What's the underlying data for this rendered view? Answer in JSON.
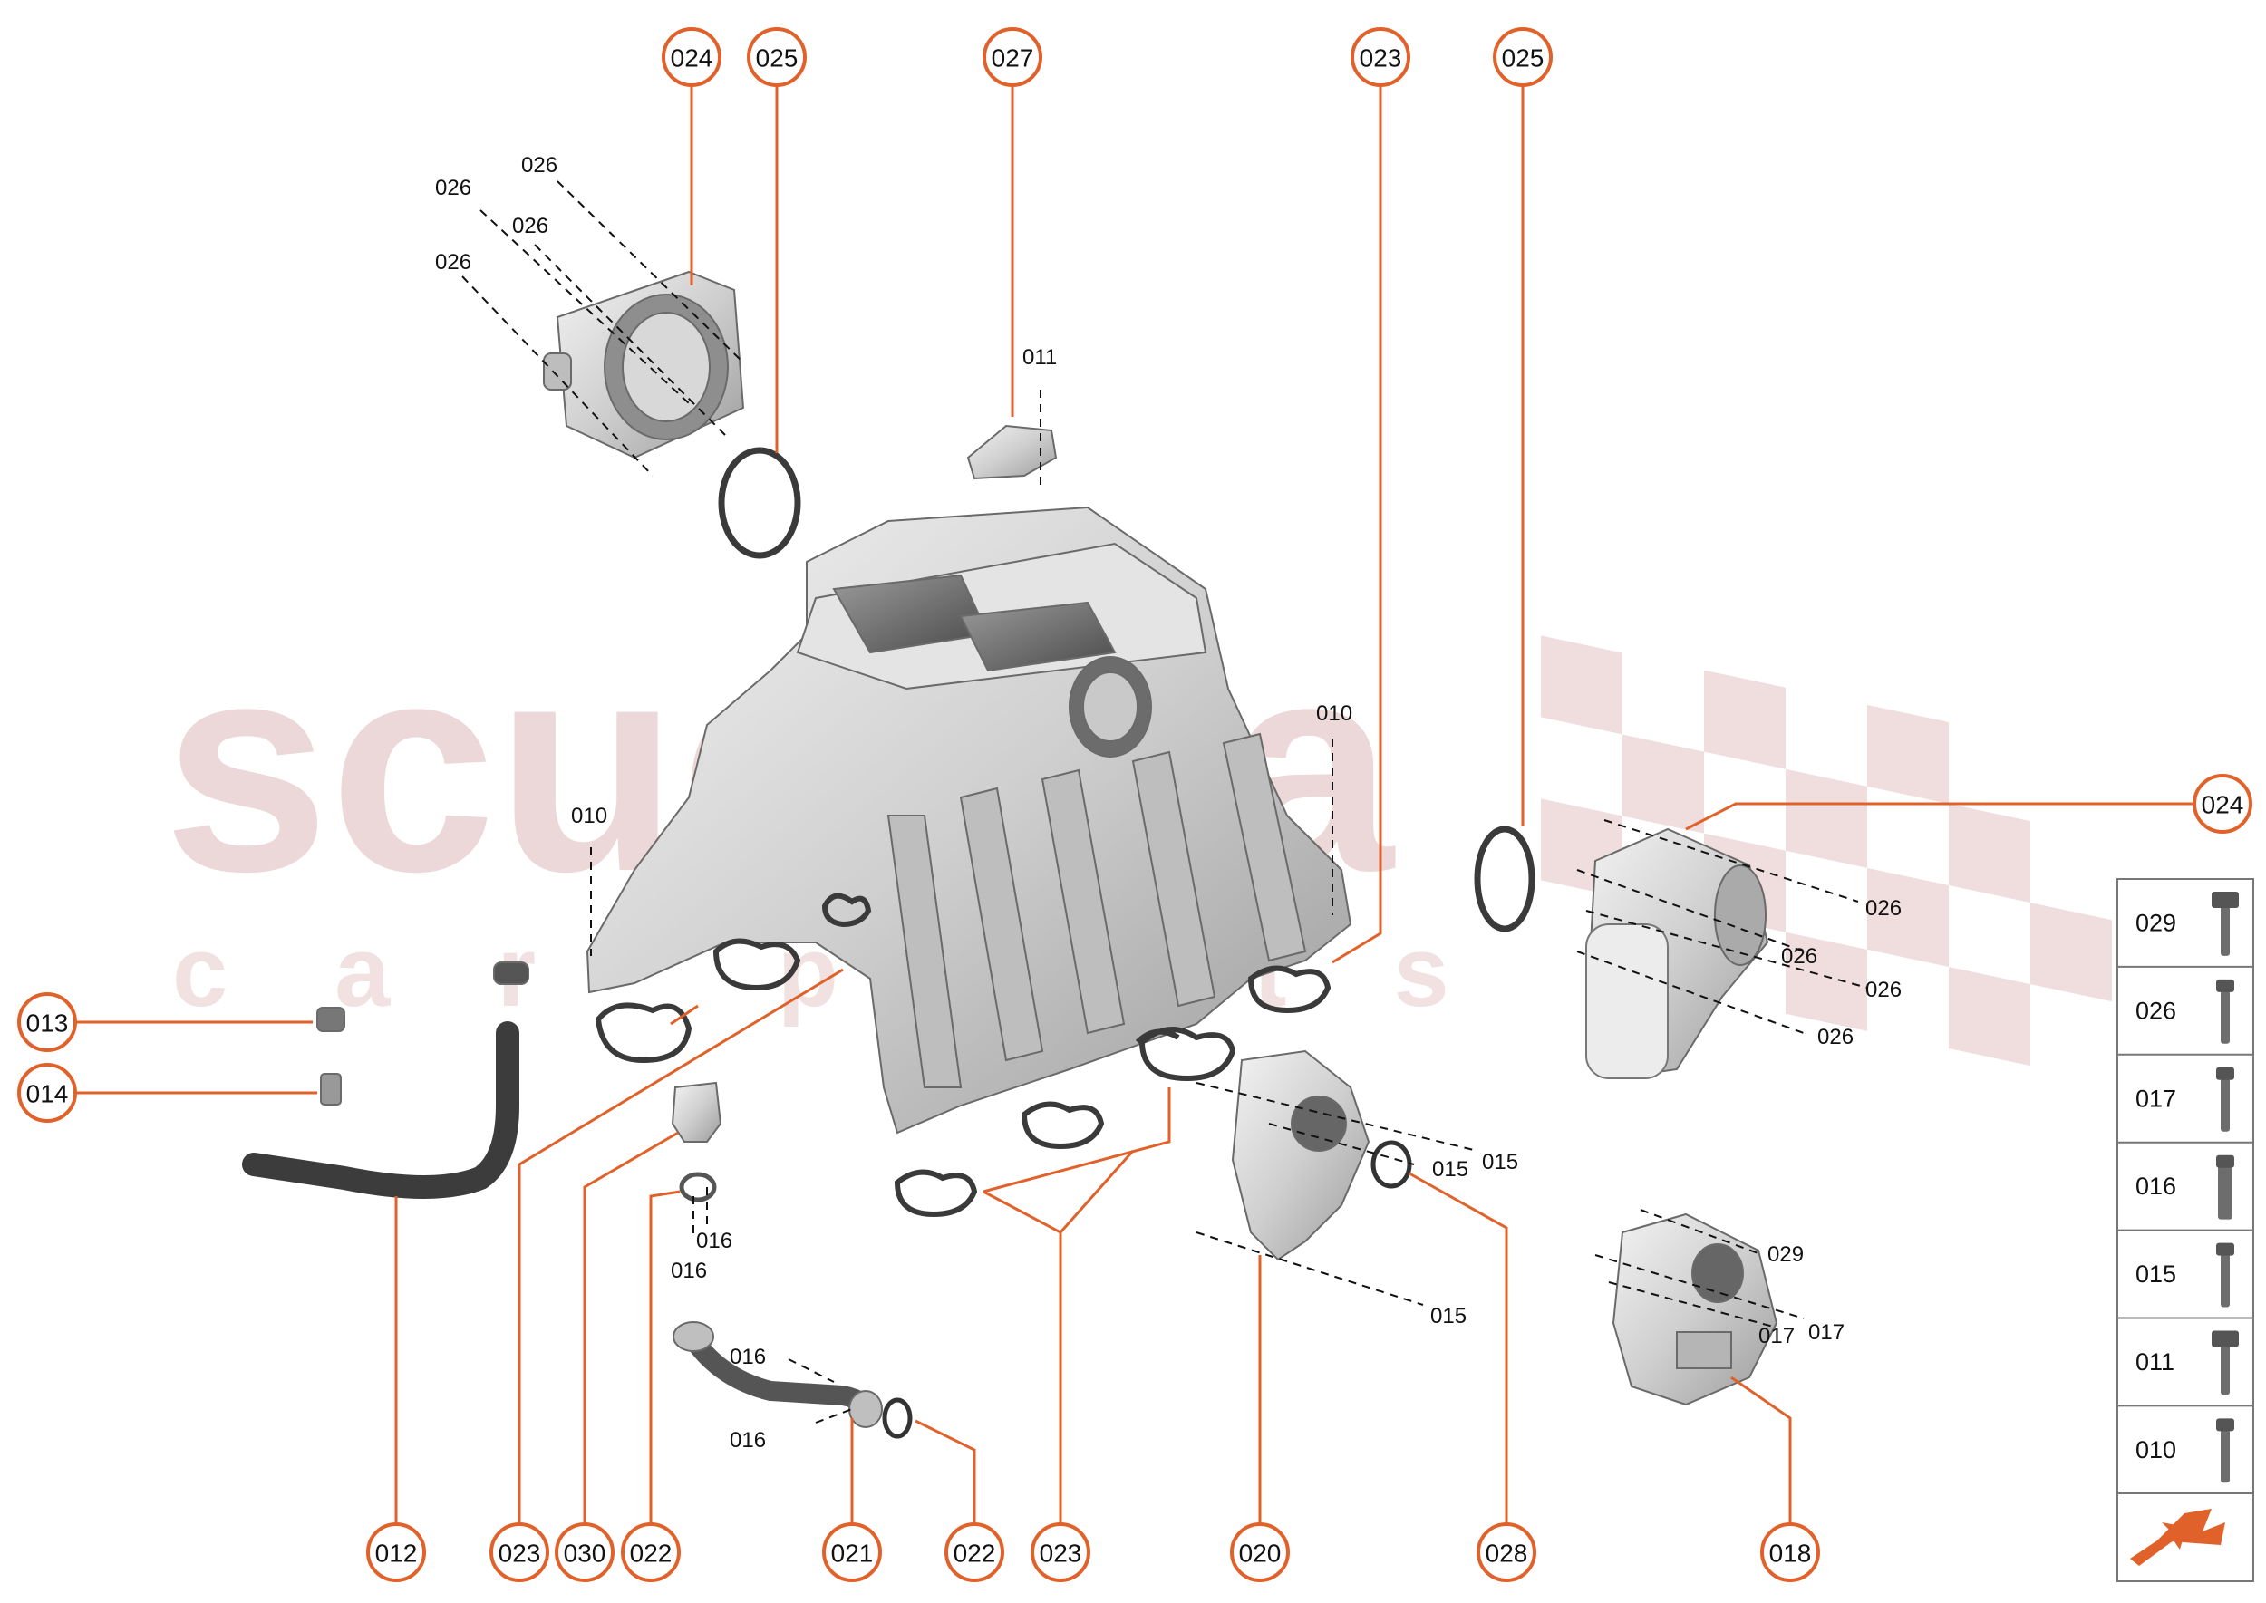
{
  "watermark": {
    "brand": "scuderia",
    "sub": "car parts"
  },
  "colors": {
    "accent": "#e0622a",
    "leader": "#e0622a",
    "ink": "#111111",
    "watermark": "#ecd8d8",
    "part": "#d9d9d9"
  },
  "callouts": {
    "c024a": "024",
    "c025a": "025",
    "c027": "027",
    "c023a": "023",
    "c025b": "025",
    "c024b": "024",
    "c013": "013",
    "c014": "014",
    "c012": "012",
    "c023b": "023",
    "c030": "030",
    "c022a": "022",
    "c021": "021",
    "c022b": "022",
    "c023c": "023",
    "c020": "020",
    "c028": "028",
    "c018": "018"
  },
  "labels": {
    "l026a": "026",
    "l026b": "026",
    "l026c": "026",
    "l026d": "026",
    "l011": "011",
    "l010a": "010",
    "l010b": "010",
    "l026e": "026",
    "l026f": "026",
    "l026g": "026",
    "l026h": "026",
    "l016a": "016",
    "l016b": "016",
    "l016c": "016",
    "l016d": "016",
    "l015a": "015",
    "l015b": "015",
    "l015c": "015",
    "l029": "029",
    "l017a": "017",
    "l017b": "017"
  },
  "legend": {
    "items": [
      "029",
      "026",
      "017",
      "016",
      "015",
      "011",
      "010"
    ],
    "icons": [
      "flange-bolt-icon",
      "long-bolt-icon",
      "stud-bolt-icon",
      "screw-icon",
      "bolt-icon",
      "flange-bolt-icon",
      "bolt-icon"
    ],
    "nav": "next-page-arrow-icon"
  }
}
